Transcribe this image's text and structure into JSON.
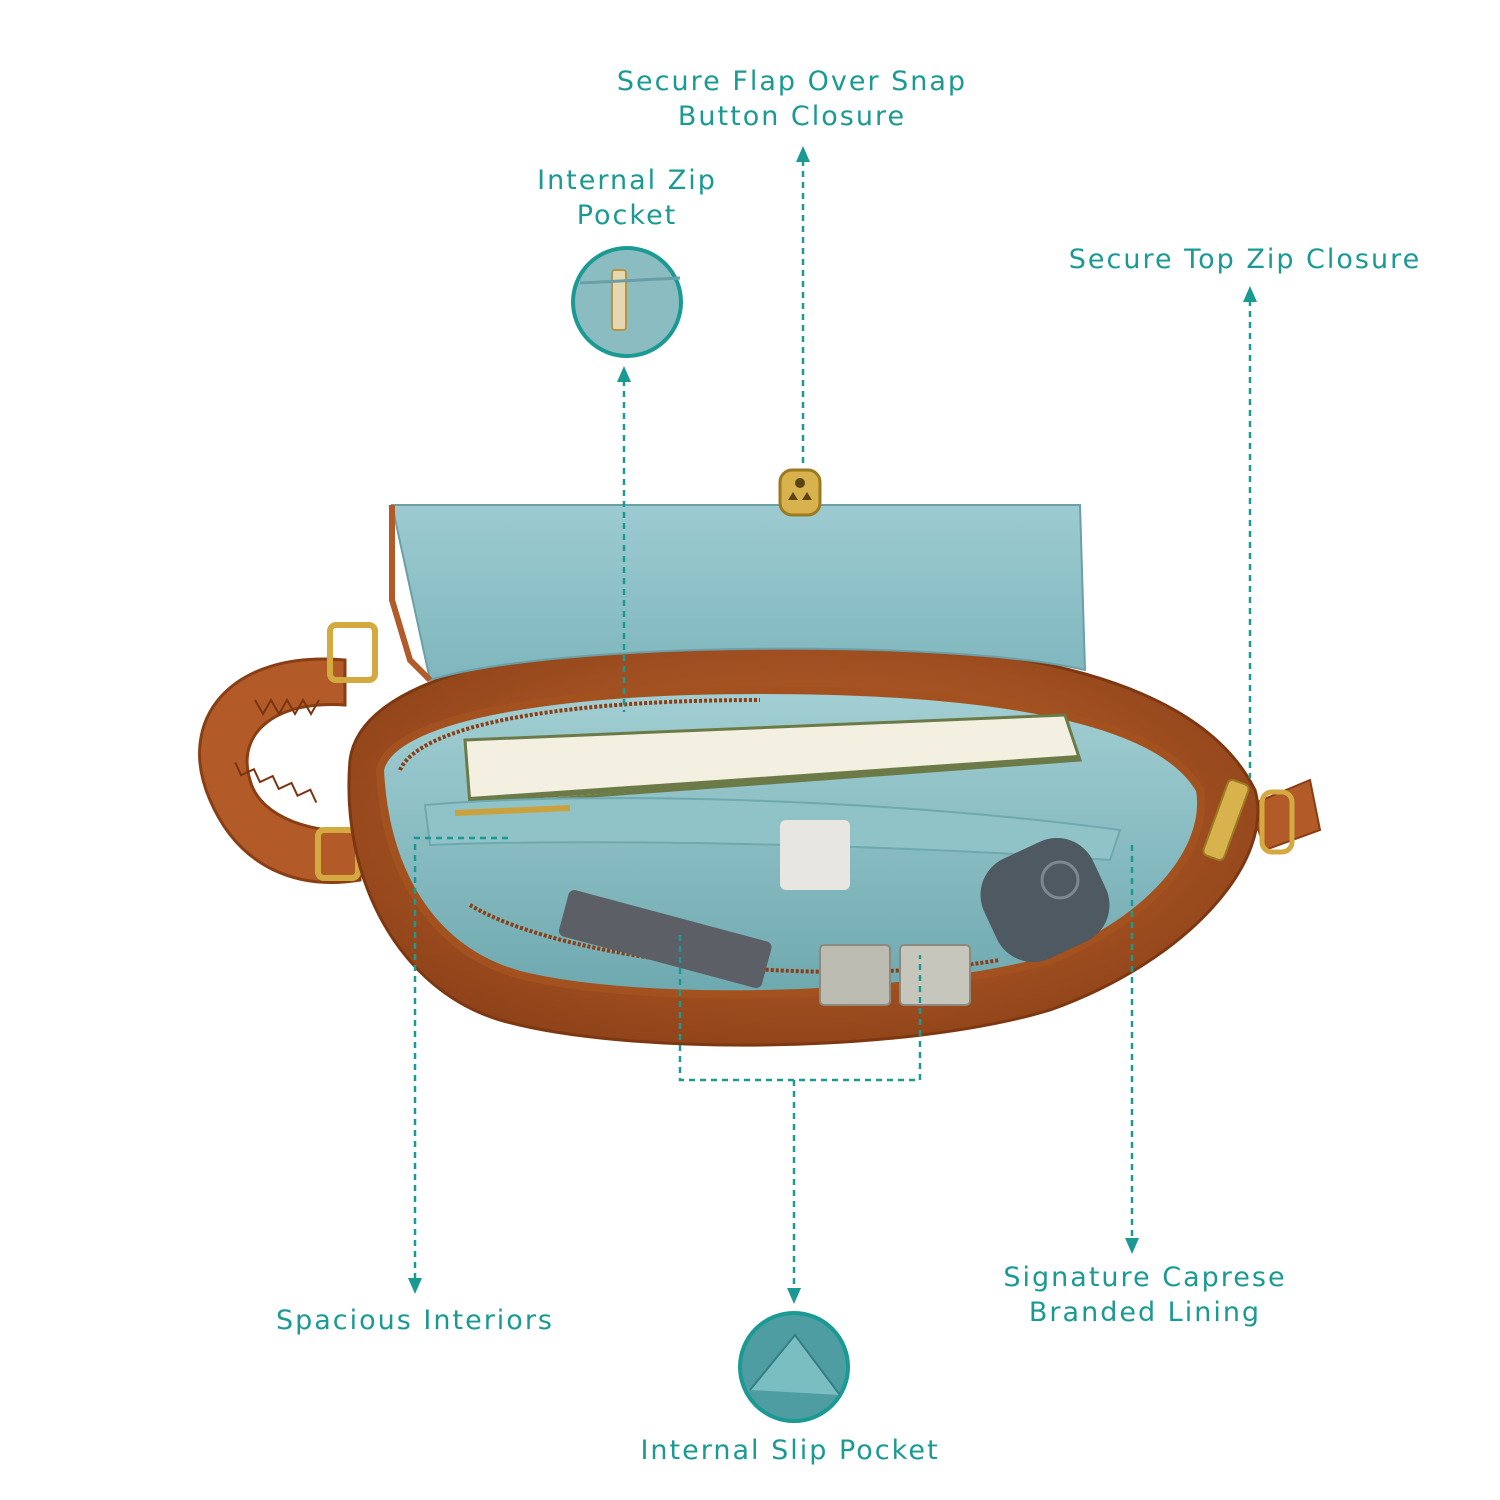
{
  "labels": {
    "flap_closure": [
      "Secure Flap Over Snap",
      "Button Closure"
    ],
    "zip_pocket": [
      "Internal Zip",
      "Pocket"
    ],
    "top_zip": "Secure Top Zip Closure",
    "interiors": "Spacious Interiors",
    "lining": [
      "Signature Caprese",
      "Branded Lining"
    ],
    "slip_pocket": "Internal Slip Pocket"
  },
  "colors": {
    "accent": "#1a9a93",
    "leather": "#b25a28",
    "lining": "#8ec0c6"
  }
}
